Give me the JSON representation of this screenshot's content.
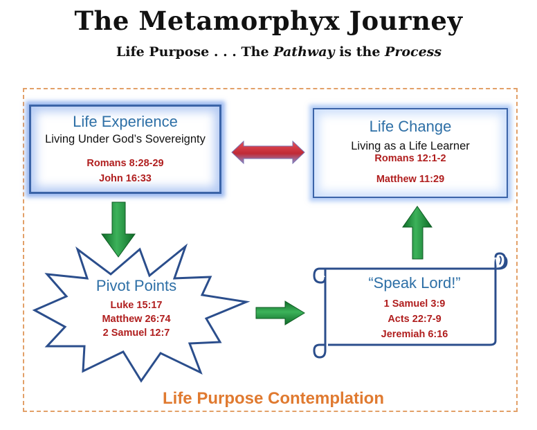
{
  "title": "The Metamorphyx Journey",
  "subtitle": {
    "part1": "Life Purpose . . . The ",
    "em1": "Pathway",
    "part2": " is the ",
    "em2": "Process"
  },
  "life_experience": {
    "heading": "Life Experience",
    "sub": "Living Under God’s Sovereignty",
    "refs": [
      "Romans 8:28-29",
      "John 16:33"
    ]
  },
  "life_change": {
    "heading": "Life Change",
    "sub": "Living as a Life Learner",
    "refs": [
      "Romans 12:1-2",
      "Matthew 11:29"
    ]
  },
  "pivot_points": {
    "heading": "Pivot Points",
    "refs": [
      "Luke 15:17",
      "Matthew 26:74",
      "2 Samuel 12:7"
    ]
  },
  "speak_lord": {
    "heading": "“Speak Lord!”",
    "refs": [
      "1 Samuel 3:9",
      "Acts 22:7-9",
      "Jeremiah 6:16"
    ]
  },
  "footer": "Life Purpose Contemplation",
  "colors": {
    "heading_blue": "#2d6fa6",
    "reference_red": "#b01e1e",
    "arrow_green": "#1f8a3a",
    "double_arrow_red": "#d2373f",
    "frame_orange": "#e2a068",
    "footer_orange": "#e07a30"
  }
}
